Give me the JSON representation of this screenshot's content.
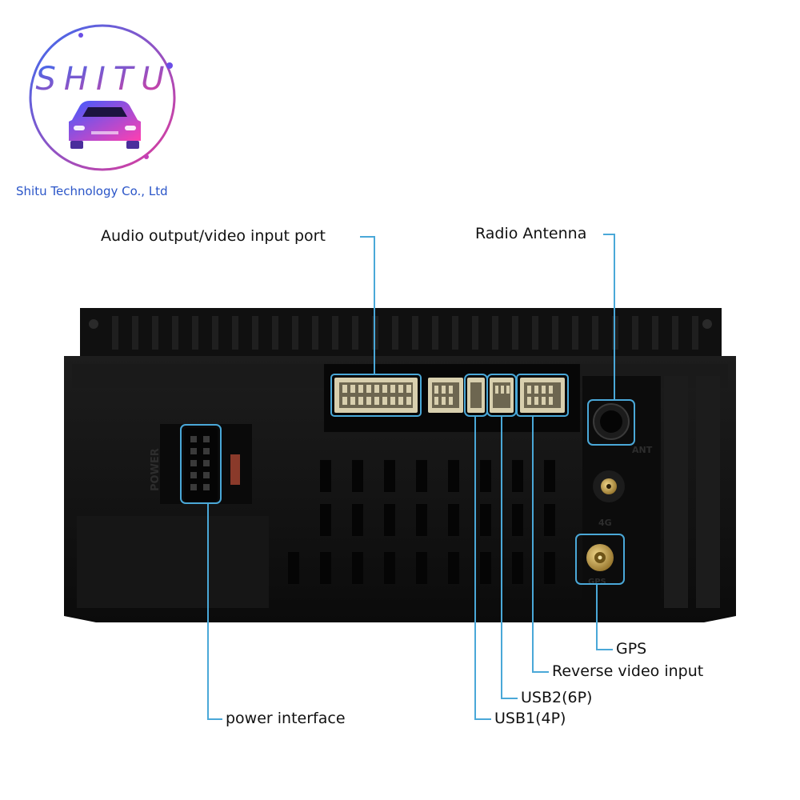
{
  "brand": {
    "logo_text": "SHITU",
    "company_name": "Shitu Technology Co., Ltd",
    "gradient_start": "#3a6cf0",
    "gradient_end": "#e23a9a"
  },
  "panel_markings": {
    "power": "POWER",
    "ant": "ANT",
    "port_4g": "4G",
    "gps": "GPS"
  },
  "callouts": {
    "audio_video": "Audio output/video input port",
    "radio_antenna": "Radio Antenna",
    "gps": "GPS",
    "reverse_video": "Reverse video input",
    "usb2": "USB2(6P)",
    "usb1": "USB1(4P)",
    "power": "power interface"
  },
  "colors": {
    "leader_line": "#4aa8d8",
    "unit_body": "#141414",
    "connector_beige": "#d8cfae",
    "antenna_gold": "#c9a24a"
  }
}
